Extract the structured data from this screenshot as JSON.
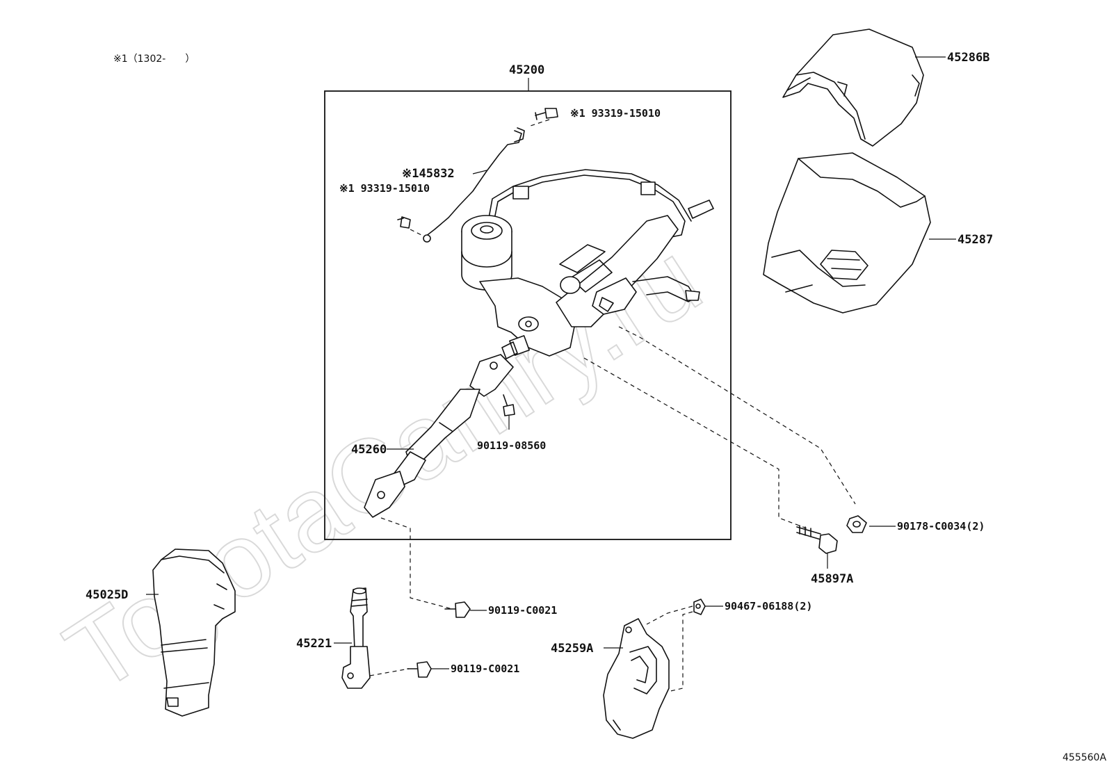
{
  "note": "※1（1302-　　）",
  "watermark": "ToyotaCamry.ru",
  "diagram_code": "455560A",
  "labels": {
    "assembly": "45200",
    "cover_upper": "45286B",
    "cover_lower": "45287",
    "bolt_upper": "※1 93319-15010",
    "wire": "※145832",
    "bolt_left": "※1 93319-15010",
    "shaft": "45260",
    "bolt_mid": "90119-08560",
    "nut": "90178-C0034(2)",
    "pin": "45897A",
    "boot": "45025D",
    "inter_shaft": "45221",
    "bolt_c21_a": "90119-C0021",
    "bolt_c21_b": "90119-C0021",
    "clip": "90467-06188(2)",
    "bracket": "45259A"
  }
}
